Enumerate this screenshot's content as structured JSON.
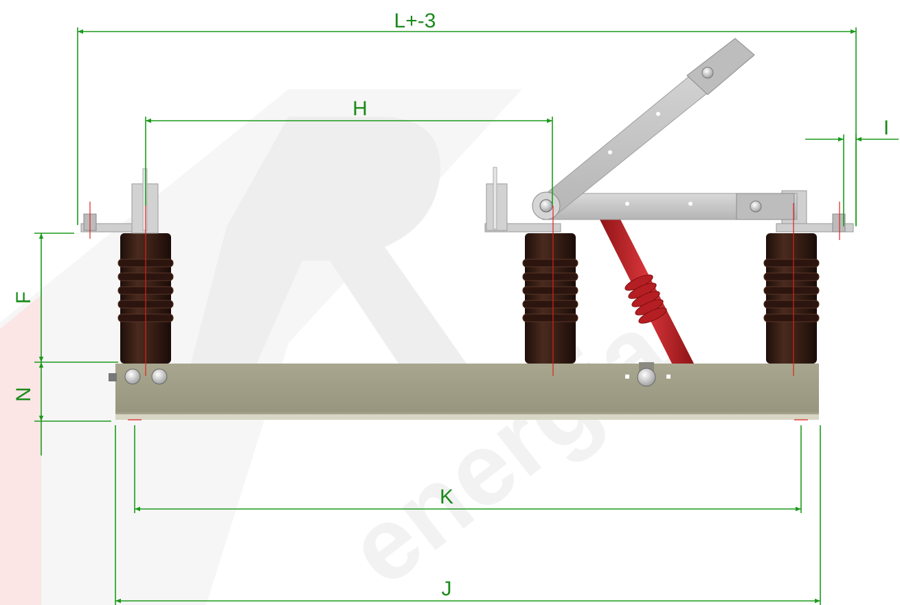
{
  "dimensions": {
    "L": "L+-3",
    "H": "H",
    "I": "I",
    "F": "F",
    "N": "N",
    "K": "K",
    "J": "J"
  },
  "colors": {
    "dimension_line": "#1a9a1a",
    "dimension_text": "#1a8a1a",
    "centerline": "#e0201c",
    "insulator": "#3a2018",
    "base_frame": "#9c9a82",
    "blade": "#c8c8c8",
    "operating_rod": "#c0262a",
    "watermark": "#f2f2f2"
  },
  "watermark": {
    "brand_letter": "R",
    "brand_text": "energia"
  }
}
